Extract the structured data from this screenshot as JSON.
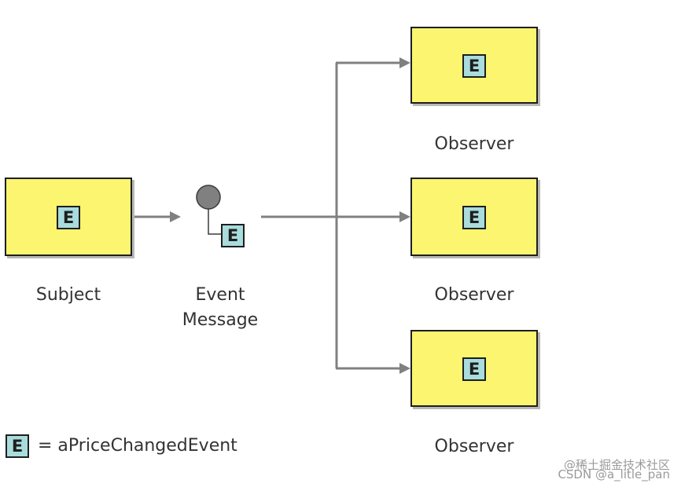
{
  "badge_letter": "E",
  "subject": {
    "label": "Subject"
  },
  "event_message": {
    "label_line1": "Event",
    "label_line2": "Message"
  },
  "observers": [
    {
      "label": "Observer"
    },
    {
      "label": "Observer"
    },
    {
      "label": "Observer"
    }
  ],
  "legend": {
    "badge": "E",
    "text": "= aPriceChangedEvent"
  },
  "watermark": {
    "line1": "@稀土掘金技术社区",
    "line2": "CSDN @a_litle_pan"
  },
  "colors": {
    "box_fill": "#fbf56f",
    "badge_fill": "#a9dcdc",
    "connector": "#808080",
    "node_fill": "#808080"
  }
}
